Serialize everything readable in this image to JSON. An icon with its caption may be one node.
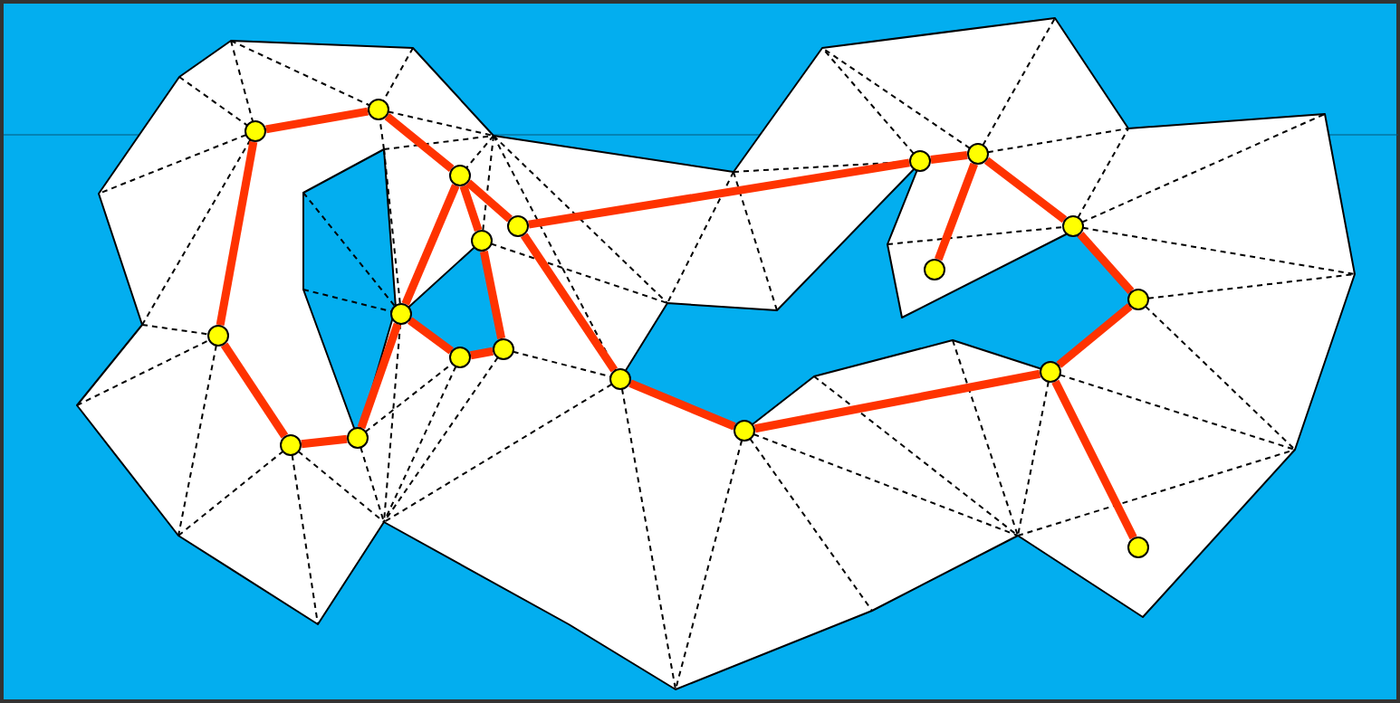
{
  "diagram": {
    "nodes": [
      {
        "text": [],
        "shape": "circle"
      },
      {
        "text": [],
        "shape": "circle"
      },
      {
        "text": [],
        "shape": "circle"
      },
      {
        "text": [],
        "shape": "circle"
      },
      {
        "text": [],
        "shape": "circle"
      },
      {
        "text": [],
        "shape": "circle"
      },
      {
        "text": [],
        "shape": "circle"
      },
      {
        "text": [],
        "shape": "circle"
      },
      {
        "text": [],
        "shape": "circle"
      },
      {
        "text": [],
        "shape": "circle"
      },
      {
        "text": [],
        "shape": "circle"
      },
      {
        "text": [],
        "shape": "circle"
      },
      {
        "text": [],
        "shape": "circle"
      },
      {
        "text": [],
        "shape": "circle"
      },
      {
        "text": [],
        "shape": "circle"
      },
      {
        "text": [],
        "shape": "circle"
      },
      {
        "text": [],
        "shape": "circle"
      },
      {
        "text": [],
        "shape": "circle"
      },
      {
        "text": [],
        "shape": "circle"
      },
      {
        "text": [],
        "shape": "circle"
      }
    ],
    "edges": [
      {
        "from": 1,
        "to": 4,
        "arrow": "none"
      },
      {
        "from": 4,
        "to": 6,
        "arrow": "none"
      },
      {
        "from": 6,
        "to": 10,
        "arrow": "none"
      },
      {
        "from": 10,
        "to": 13,
        "arrow": "none"
      },
      {
        "from": 13,
        "to": 15,
        "arrow": "none"
      },
      {
        "from": 15,
        "to": 14,
        "arrow": "none"
      },
      {
        "from": 15,
        "to": 17,
        "arrow": "none"
      },
      {
        "from": 17,
        "to": 18,
        "arrow": "none"
      },
      {
        "from": 18,
        "to": 16,
        "arrow": "none"
      },
      {
        "from": 16,
        "to": 19,
        "arrow": "none"
      },
      {
        "from": 16,
        "to": 12,
        "arrow": "none"
      },
      {
        "from": 12,
        "to": 11,
        "arrow": "none"
      },
      {
        "from": 11,
        "to": 10,
        "arrow": "none"
      },
      {
        "from": 6,
        "to": 8,
        "arrow": "none"
      },
      {
        "from": 8,
        "to": 9,
        "arrow": "none"
      },
      {
        "from": 9,
        "to": 7,
        "arrow": "none"
      },
      {
        "from": 7,
        "to": 5,
        "arrow": "none"
      },
      {
        "from": 5,
        "to": 6,
        "arrow": "none"
      },
      {
        "from": 5,
        "to": 3,
        "arrow": "none"
      },
      {
        "from": 3,
        "to": 2,
        "arrow": "none"
      },
      {
        "from": 2,
        "to": 0,
        "arrow": "none"
      },
      {
        "from": 0,
        "to": 1,
        "arrow": "none"
      }
    ]
  }
}
